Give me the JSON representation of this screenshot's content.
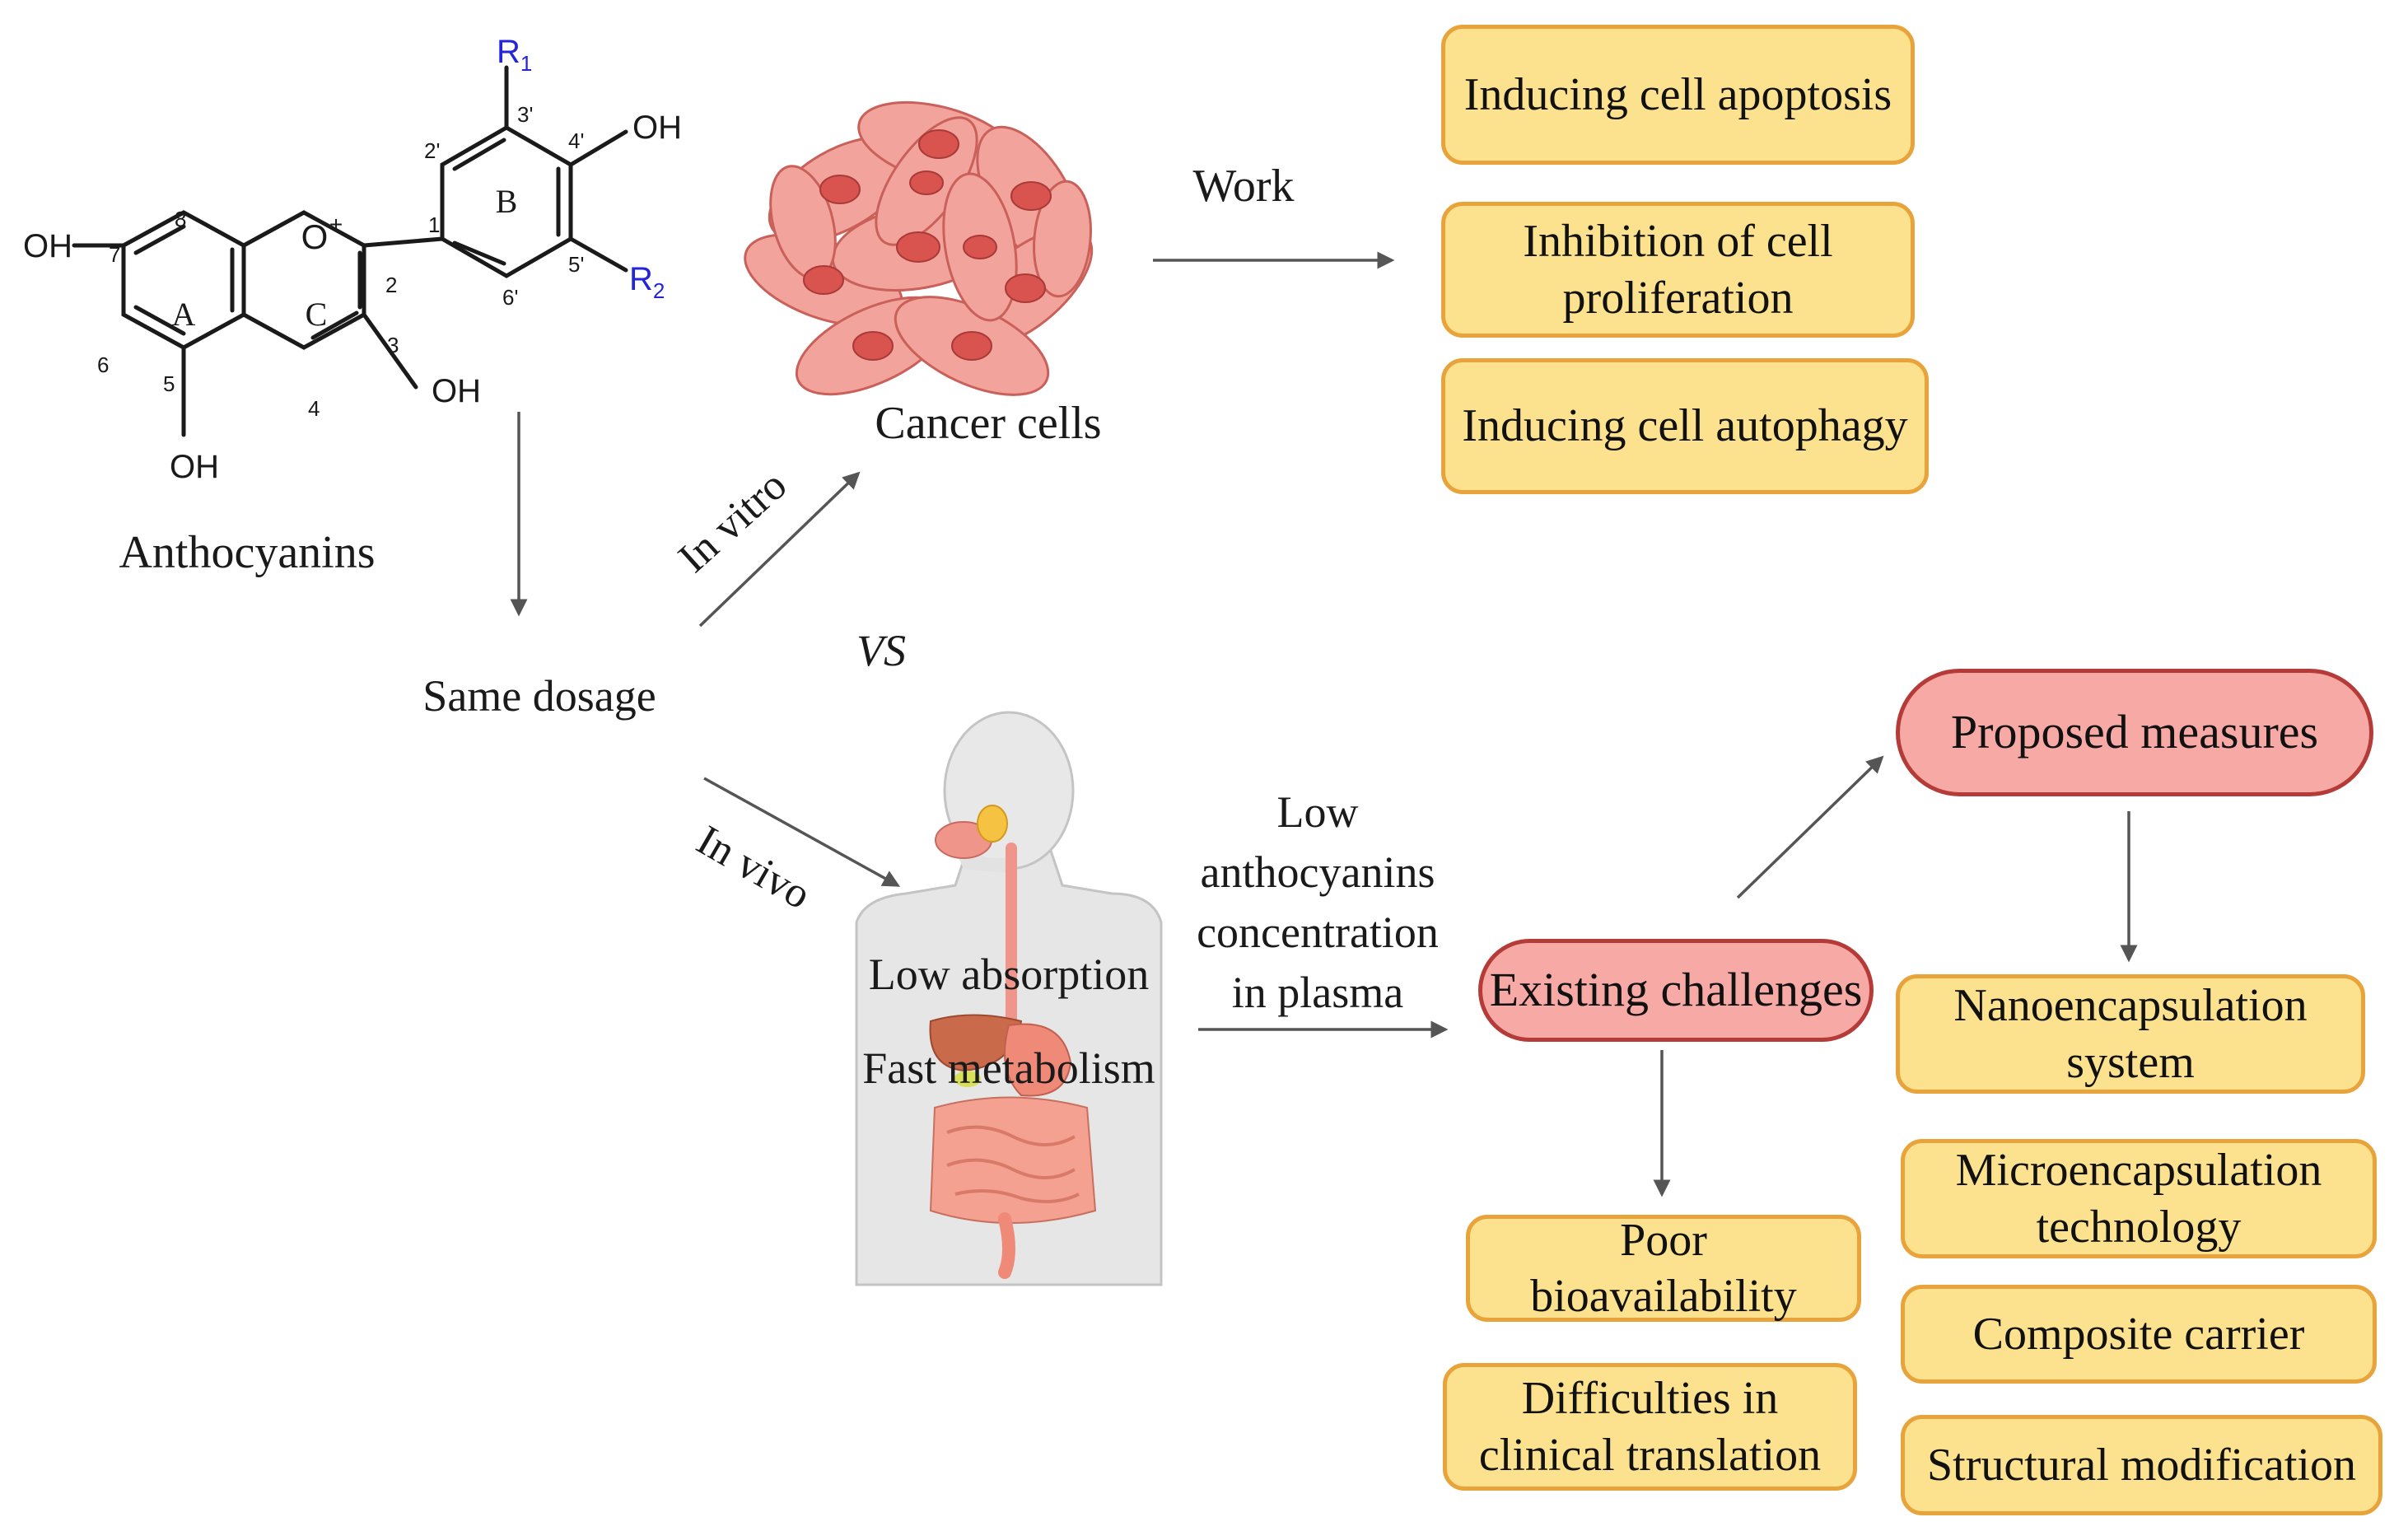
{
  "molecule": {
    "name": "Anthocyanins",
    "substituents": {
      "r1": "R",
      "r1_sub": "1",
      "r2": "R",
      "r2_sub": "2"
    },
    "ring_labels": {
      "a": "A",
      "b": "B",
      "c": "C"
    },
    "hydroxyl": "OH",
    "oxonium": "O",
    "charge": "+",
    "positions": [
      "2",
      "3",
      "4",
      "5",
      "6",
      "7",
      "8",
      "1'",
      "2'",
      "3'",
      "4'",
      "5'",
      "6'"
    ]
  },
  "labels": {
    "same_dosage": "Same dosage",
    "in_vitro": "In vitro",
    "in_vivo": "In vivo",
    "vs": "VS",
    "cancer_cells": "Cancer cells",
    "work": "Work",
    "low_absorption": "Low absorption",
    "fast_metabolism": "Fast metabolism",
    "low_concentration": "Low\nanthocyanins\nconcentration\nin plasma"
  },
  "effects": {
    "apoptosis": "Inducing cell apoptosis",
    "proliferation": "Inhibition of cell\nproliferation",
    "autophagy": "Inducing cell autophagy"
  },
  "challenges": {
    "title": "Existing challenges",
    "bioavailability": "Poor\nbioavailability",
    "clinical": "Difficulties in\nclinical translation"
  },
  "measures": {
    "title": "Proposed measures",
    "nano": "Nanoencapsulation\nsystem",
    "micro": "Microencapsulation\ntechnology",
    "composite": "Composite carrier",
    "structural": "Structural modification"
  },
  "colors": {
    "yellow_fill": "#fce28e",
    "yellow_border": "#e9a33b",
    "red_fill": "#f7aaa5",
    "red_border": "#b53b38",
    "substituent_blue": "#2424d8",
    "cell_fill": "#f2a39c",
    "nucleus_fill": "#d9534f",
    "body_fill": "#e6e6e6",
    "organ_fill": "#f08a78",
    "arrow": "#555555"
  }
}
